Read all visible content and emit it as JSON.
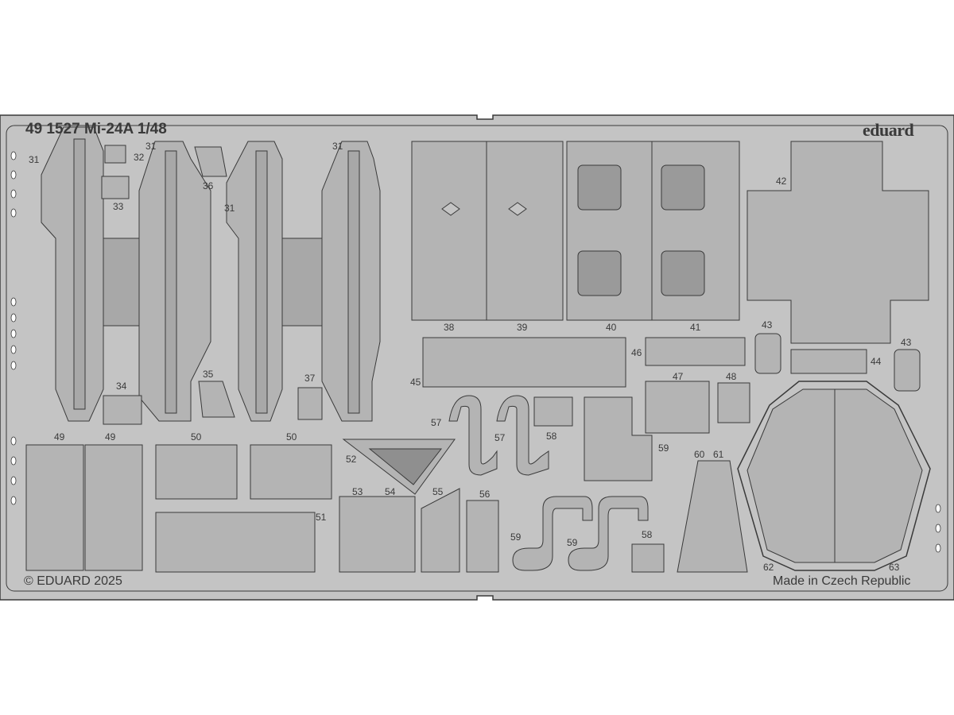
{
  "fret": {
    "title": "49 1527 Mi-24A 1/48",
    "brand": "eduard",
    "copyright": "© EDUARD 2025",
    "made_in": "Made in Czech Republic"
  },
  "part_numbers": [
    "31",
    "32",
    "33",
    "34",
    "35",
    "36",
    "37",
    "38",
    "39",
    "40",
    "41",
    "42",
    "43",
    "44",
    "45",
    "46",
    "47",
    "48",
    "49",
    "50",
    "51",
    "52",
    "53",
    "54",
    "55",
    "56",
    "57",
    "58",
    "59",
    "60",
    "61",
    "62",
    "63"
  ],
  "colors": {
    "background": "#ffffff",
    "fret": "#c4c4c4",
    "outline": "#3a3a3a",
    "part": "#b4b4b4",
    "dark_part": "#9a9a9a"
  }
}
